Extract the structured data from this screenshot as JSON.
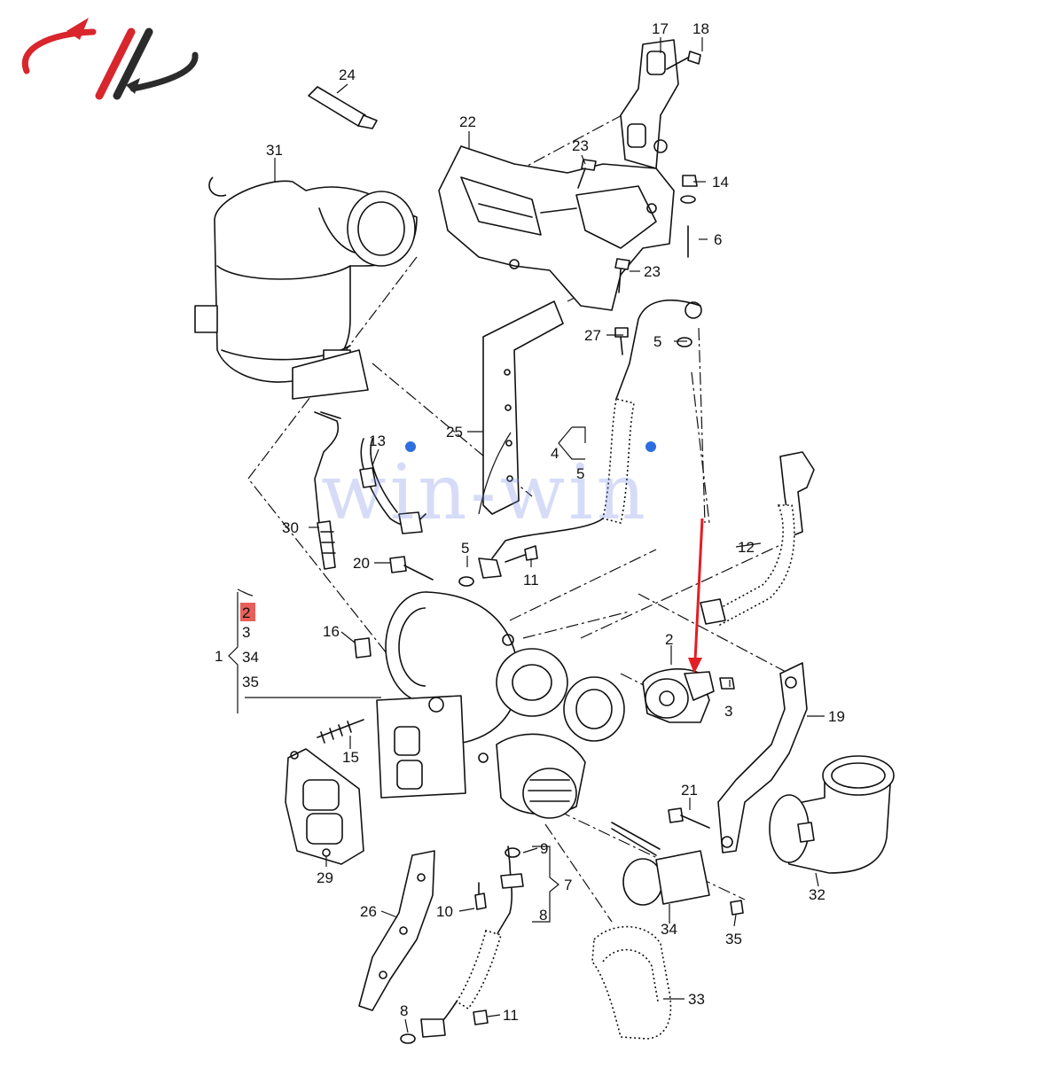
{
  "watermark": {
    "text": "win-win"
  },
  "colors": {
    "logo_red": "#d8262c",
    "logo_dark": "#2b2b2b",
    "highlight": "#e4443c",
    "arrow": "#e31e24",
    "dot": "#2e6ee0"
  },
  "callouts": {
    "c17": "17",
    "c18": "18",
    "c24": "24",
    "c22": "22",
    "c23a": "23",
    "c31": "31",
    "c14": "14",
    "c6": "6",
    "c23b": "23",
    "c27": "27",
    "c5a": "5",
    "c13": "13",
    "c25": "25",
    "c4": "4",
    "c5b": "5",
    "c30": "30",
    "c12": "12",
    "c5c": "5",
    "c20": "20",
    "c11a": "11",
    "c16": "16",
    "c2b": "2",
    "c3b": "3",
    "c19": "19",
    "c15": "15",
    "c21": "21",
    "c9": "9",
    "c7": "7",
    "c10": "10",
    "c8a": "8",
    "c26": "26",
    "c29": "29",
    "c34b": "34",
    "c35b": "35",
    "c32": "32",
    "c33": "33",
    "c8b": "8",
    "c11b": "11"
  },
  "group1": {
    "label": "1",
    "items": [
      "2",
      "3",
      "34",
      "35"
    ]
  }
}
